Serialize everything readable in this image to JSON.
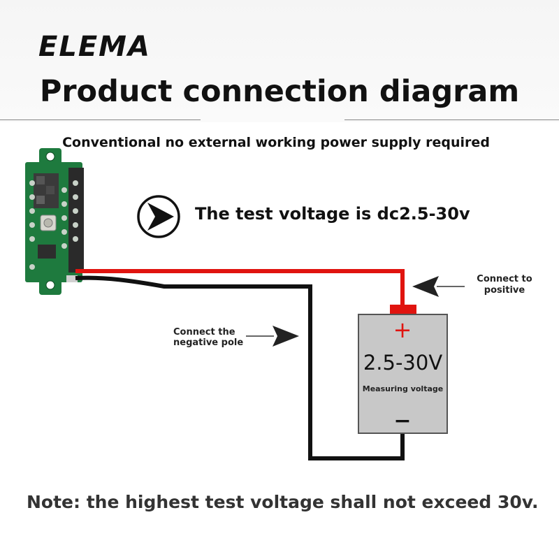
{
  "brand": "ELEMA",
  "title": "Product connection diagram",
  "subtitle": "Conventional no external working power supply required",
  "test_voltage_text": "The test voltage is dc2.5-30v",
  "labels": {
    "connect_positive": "Connect to positive",
    "connect_negative": "Connect the negative pole"
  },
  "battery": {
    "plus_symbol": "+",
    "voltage": "2.5-30V",
    "caption": "Measuring voltage",
    "minus_symbol": "−"
  },
  "note": "Note: the highest test voltage shall not exceed 30v.",
  "colors": {
    "positive_wire": "#e0140f",
    "negative_wire": "#111111",
    "pcb": "#1e7a3e",
    "battery_body": "#c8c8c8",
    "battery_terminal": "#e0140f"
  },
  "icons": {
    "play_circle": "play-circle-icon",
    "arrow_positive": "arrow-left-icon",
    "arrow_negative": "arrow-right-icon"
  }
}
